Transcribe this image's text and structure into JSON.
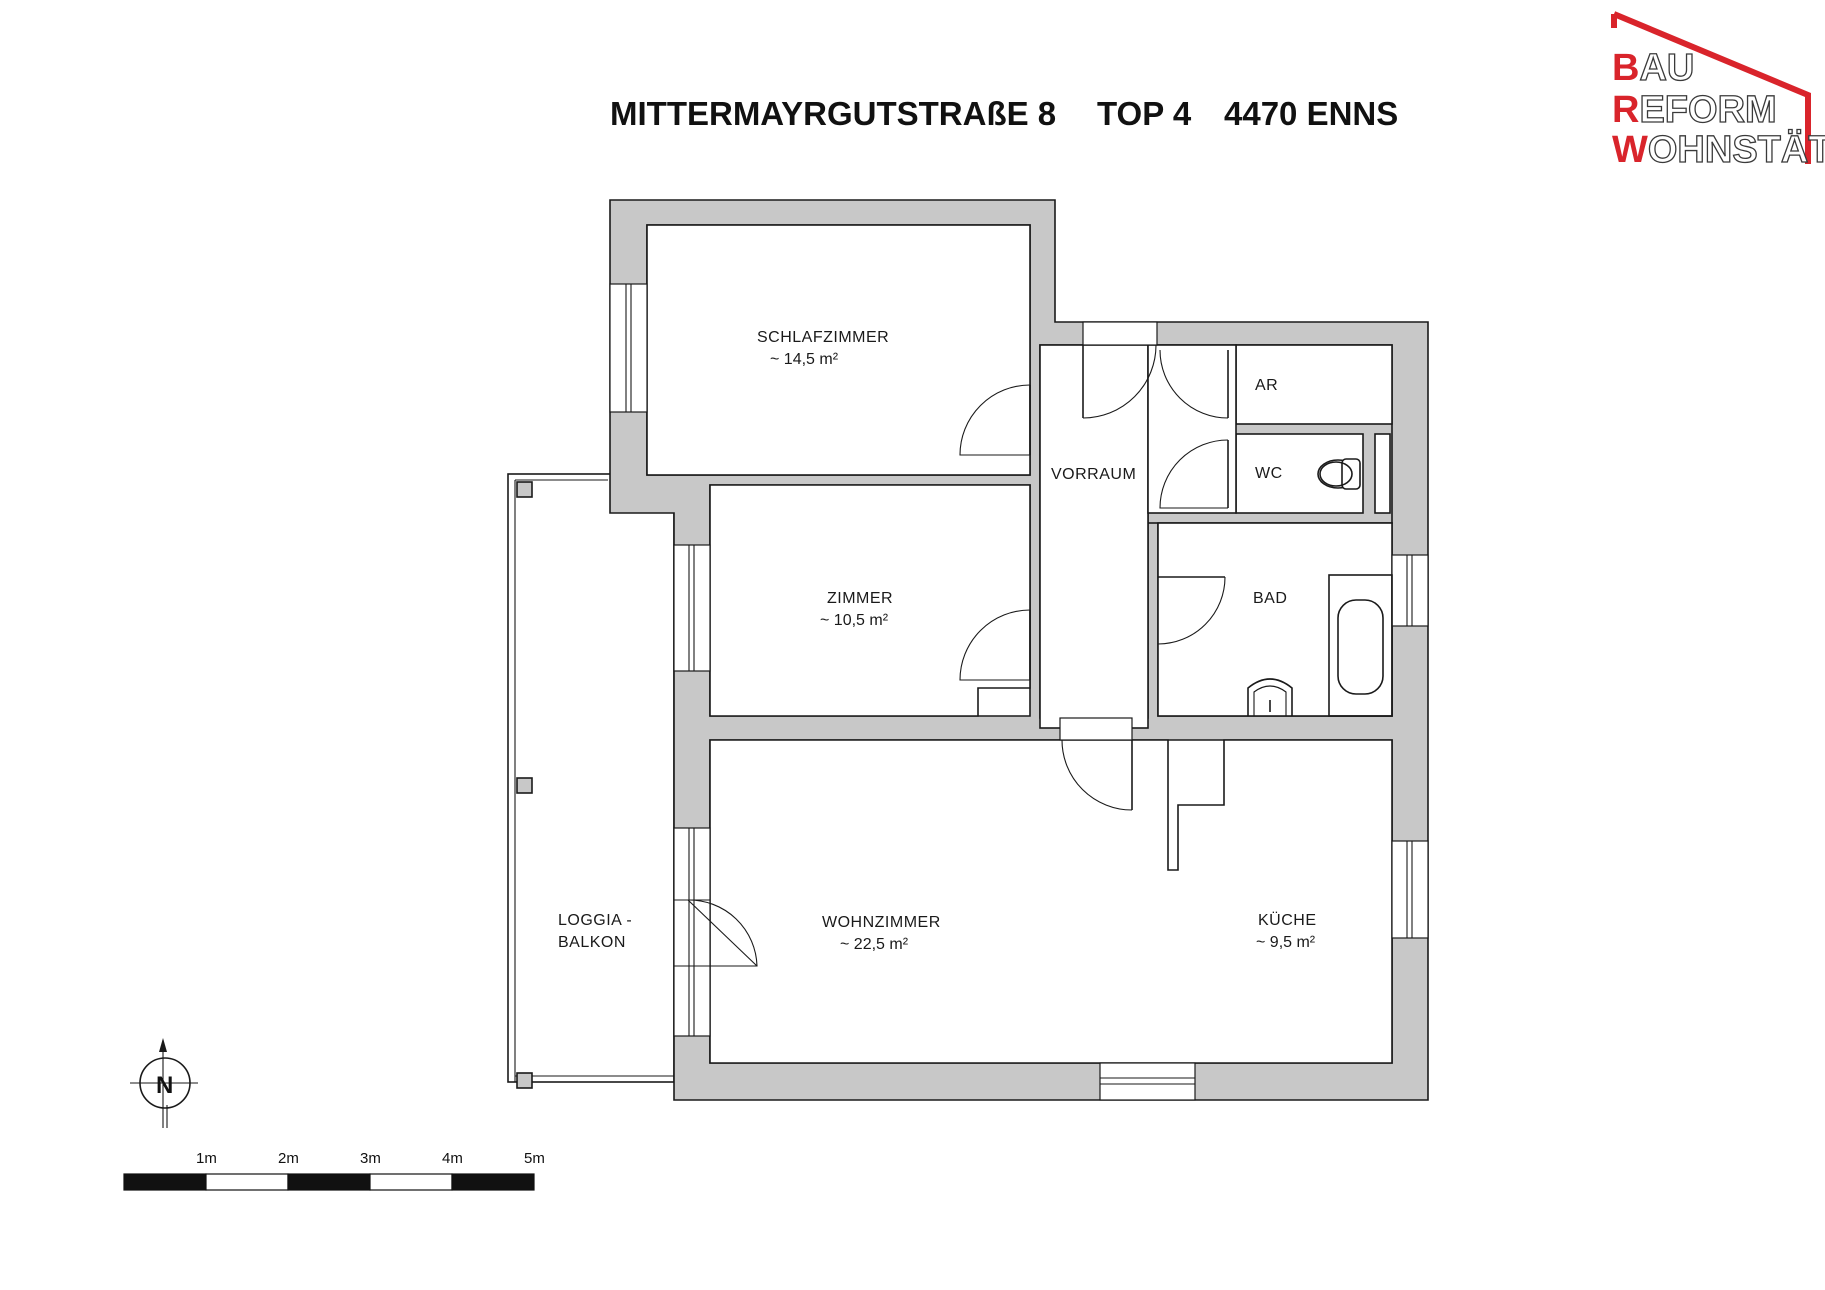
{
  "title": {
    "street": "MITTERMAYRGUTSTRAßE 8",
    "unit": "TOP 4",
    "city": "4470 ENNS"
  },
  "logo": {
    "line1_initial": "B",
    "line1_rest": "AU",
    "line2_initial": "R",
    "line2_rest": "EFORM",
    "line3_initial": "W",
    "line3_rest": "OHNSTÄTTE",
    "accent_color": "#d9242b",
    "dark_color": "#3a3a3a"
  },
  "rooms": {
    "schlafzimmer": {
      "name": "SCHLAFZIMMER",
      "area": "~ 14,5 m²"
    },
    "zimmer": {
      "name": "ZIMMER",
      "area": "~ 10,5 m²"
    },
    "vorraum": {
      "name": "VORRAUM"
    },
    "ar": {
      "name": "AR"
    },
    "wc": {
      "name": "WC"
    },
    "bad": {
      "name": "BAD"
    },
    "wohnzimmer": {
      "name": "WOHNZIMMER",
      "area": "~ 22,5 m²"
    },
    "kueche": {
      "name": "KÜCHE",
      "area": "~ 9,5 m²"
    },
    "loggia": {
      "name_line1": "LOGGIA -",
      "name_line2": "BALKON"
    }
  },
  "compass": {
    "label": "N",
    "icon": "north-arrow-icon"
  },
  "scale_bar": {
    "labels": [
      "1m",
      "2m",
      "3m",
      "4m",
      "5m"
    ]
  },
  "colors": {
    "wall": "#c8c8c8",
    "line": "#1a1a1a"
  }
}
